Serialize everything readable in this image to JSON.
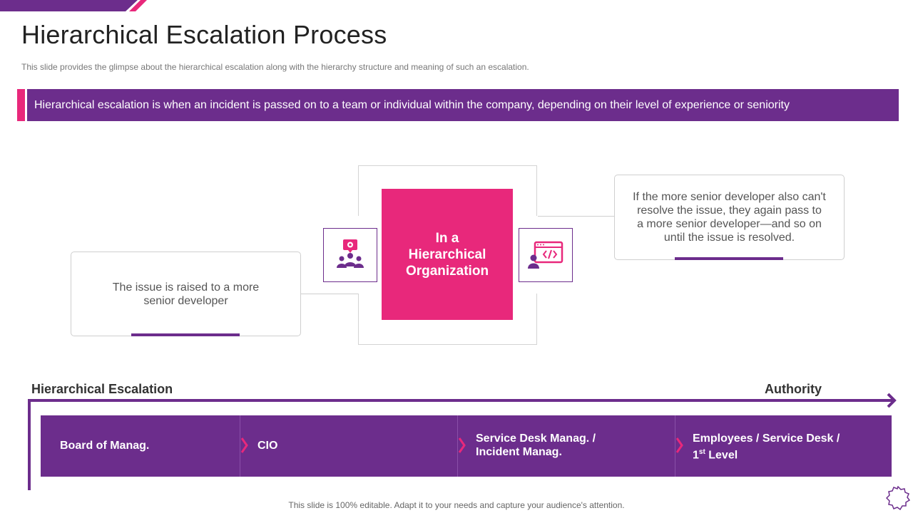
{
  "slide": {
    "title": "Hierarchical Escalation Process",
    "subtitle": "This slide provides  the glimpse about the hierarchical escalation along with the hierarchy structure and meaning of such an escalation.",
    "banner": "Hierarchical escalation is when an incident is passed on to a team or individual within the company, depending on their level of experience or seniority",
    "footer": "This slide is 100% editable. Adapt it to your needs and capture your audience's attention."
  },
  "diagram": {
    "center": {
      "line1": "In a",
      "line2": "Hierarchical",
      "line3": "Organization"
    },
    "left_card": {
      "line1": "The issue is raised to a more",
      "line2": "senior developer"
    },
    "right_card": {
      "line1": "If the more senior developer also can't",
      "line2": "resolve the issue, they again pass to",
      "line3": "a more senior developer—and so on",
      "line4": "until the issue is resolved."
    },
    "left_icon": "team-settings-icon",
    "right_icon": "developer-code-icon"
  },
  "escalation": {
    "axis_start": "Hierarchical Escalation",
    "axis_end": "Authority",
    "levels": [
      {
        "line1": "Board of Manag."
      },
      {
        "line1": "CIO"
      },
      {
        "line1": "Service Desk Manag. /",
        "line2": "Incident Manag."
      },
      {
        "line1": "Employees / Service Desk /",
        "line2_pre": "1",
        "line2_sup": "st",
        "line2_post": " Level"
      }
    ]
  },
  "colors": {
    "purple": "#6c2d8c",
    "pink": "#e8287b"
  }
}
